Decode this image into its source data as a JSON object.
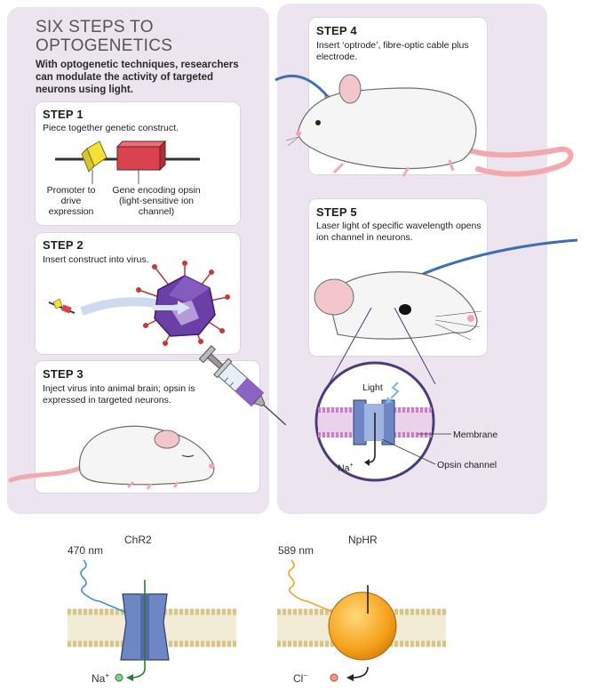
{
  "header": {
    "title_line1": "SIX STEPS TO",
    "title_line2": "OPTOGENETICS",
    "intro": "With optogenetic techniques, researchers can modulate the activity of targeted neurons using light."
  },
  "steps": [
    {
      "title": "STEP 1",
      "desc": "Piece together genetic construct."
    },
    {
      "title": "STEP 2",
      "desc": "Insert construct into virus."
    },
    {
      "title": "STEP 3",
      "desc": "Inject virus into animal brain; opsin is expressed in targeted neurons."
    },
    {
      "title": "STEP 4",
      "desc": "Insert ‘optrode’, fibre-optic cable plus electrode."
    },
    {
      "title": "STEP 5",
      "desc": "Laser light of specific wavelength opens ion channel in neurons."
    }
  ],
  "construct_labels": {
    "promoter": "Promoter to drive expression",
    "gene": "Gene encoding opsin (light-sensitive ion channel)"
  },
  "inset_labels": {
    "light": "Light",
    "membrane": "Membrane",
    "opsin_channel": "Opsin channel",
    "ion": "Na",
    "ion_sup": "+"
  },
  "bottom": {
    "chr2": {
      "name": "ChR2",
      "wavelength": "470 nm",
      "ion": "Na",
      "ion_sup": "+"
    },
    "nphr": {
      "name": "NpHR",
      "wavelength": "589 nm",
      "ion": "Cl",
      "ion_sup": "−"
    }
  },
  "colors": {
    "panel": "#ece4ee",
    "promoter": "#f4e03a",
    "gene": "#d9434d",
    "virus": "#6a3fa6",
    "chr2": "#6f86c4",
    "nphr": "#f5a21c",
    "membrane_head": "#c87fc4",
    "tail": "#f2a8ae"
  }
}
